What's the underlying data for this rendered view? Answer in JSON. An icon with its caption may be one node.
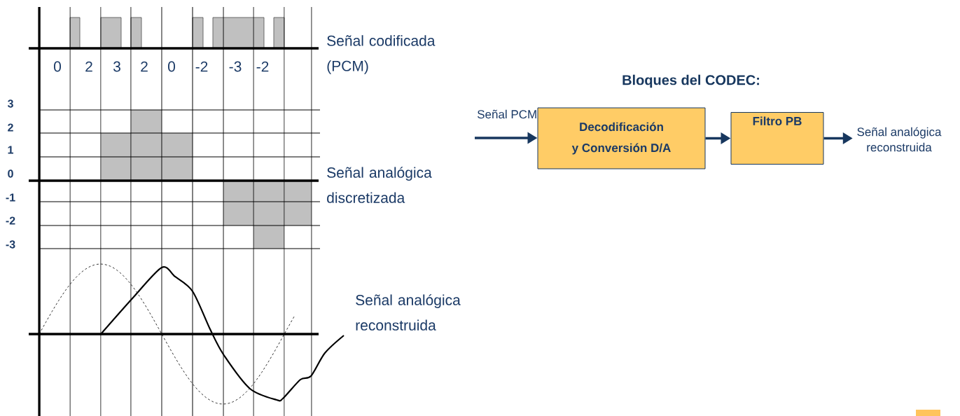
{
  "diagram": {
    "title": "Bloques del CODEC:",
    "nodes": [
      {
        "text": [
          "Decodificación y Conversión D/A"
        ]
      },
      {
        "text": [
          "Filtro PB"
        ]
      },
      {
        "text": [
          "Señal analógica reconstruida"
        ]
      }
    ],
    "edges": [
      {
        "from": null,
        "to": 0,
        "arrow": "to",
        "label": "Señal PCM"
      },
      {
        "from": 0,
        "to": 1,
        "arrow": "to"
      },
      {
        "from": 1,
        "to": 2,
        "arrow": "to"
      }
    ],
    "labels": [
      "0",
      "2",
      "3",
      "2",
      "0",
      "-2",
      "-3",
      "-2",
      "Señal codificada (PCM)",
      "3",
      "2",
      "1",
      "0",
      "-1",
      "-2",
      "-3",
      "Señal analógica discretizada",
      "Señal analógica reconstruida"
    ]
  }
}
